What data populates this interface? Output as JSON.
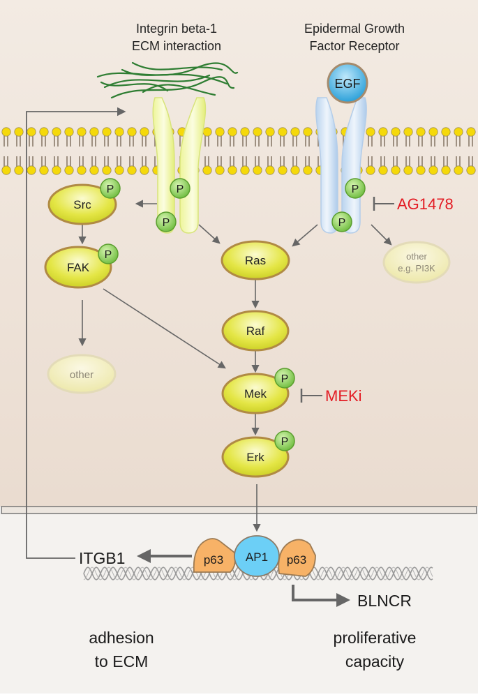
{
  "receptors": {
    "integrin": {
      "line1": "Integrin beta-1",
      "line2": "ECM interaction"
    },
    "egfr": {
      "line1": "Epidermal Growth",
      "line2": "Factor Receptor",
      "ligand": "EGF"
    }
  },
  "nodes": {
    "src": "Src",
    "fak": "FAK",
    "ras": "Ras",
    "raf": "Raf",
    "mek": "Mek",
    "erk": "Erk",
    "other_left": "other",
    "other_right_line1": "other",
    "other_right_line2": "e.g. PI3K"
  },
  "phospho": "P",
  "inhibitors": {
    "ag1478": "AG1478",
    "meki": "MEKi"
  },
  "nucleus": {
    "p63_left": "p63",
    "ap1": "AP1",
    "p63_right": "p63",
    "gene_left": "ITGB1",
    "gene_right": "BLNCR"
  },
  "outcomes": {
    "left_line1": "adhesion",
    "left_line2": "to ECM",
    "right_line1": "proliferative",
    "right_line2": "capacity"
  },
  "colors": {
    "cytoplasm": "#efe5dc",
    "nucleus_bg": "#f4f2ef",
    "membrane_lipid": "#8a7a6a",
    "head_yellow": "#f5d90a",
    "protein_fill": "#d8db2e",
    "protein_stroke": "#b08a44",
    "phospho_green": "#7dc242",
    "inhibitor_red": "#e31b23",
    "ap1_blue": "#6ccff6",
    "p63_orange": "#f7b267",
    "ecm_green": "#2e7d32",
    "egf_blue": "#29a9e1",
    "arrow_gray": "#666666"
  }
}
